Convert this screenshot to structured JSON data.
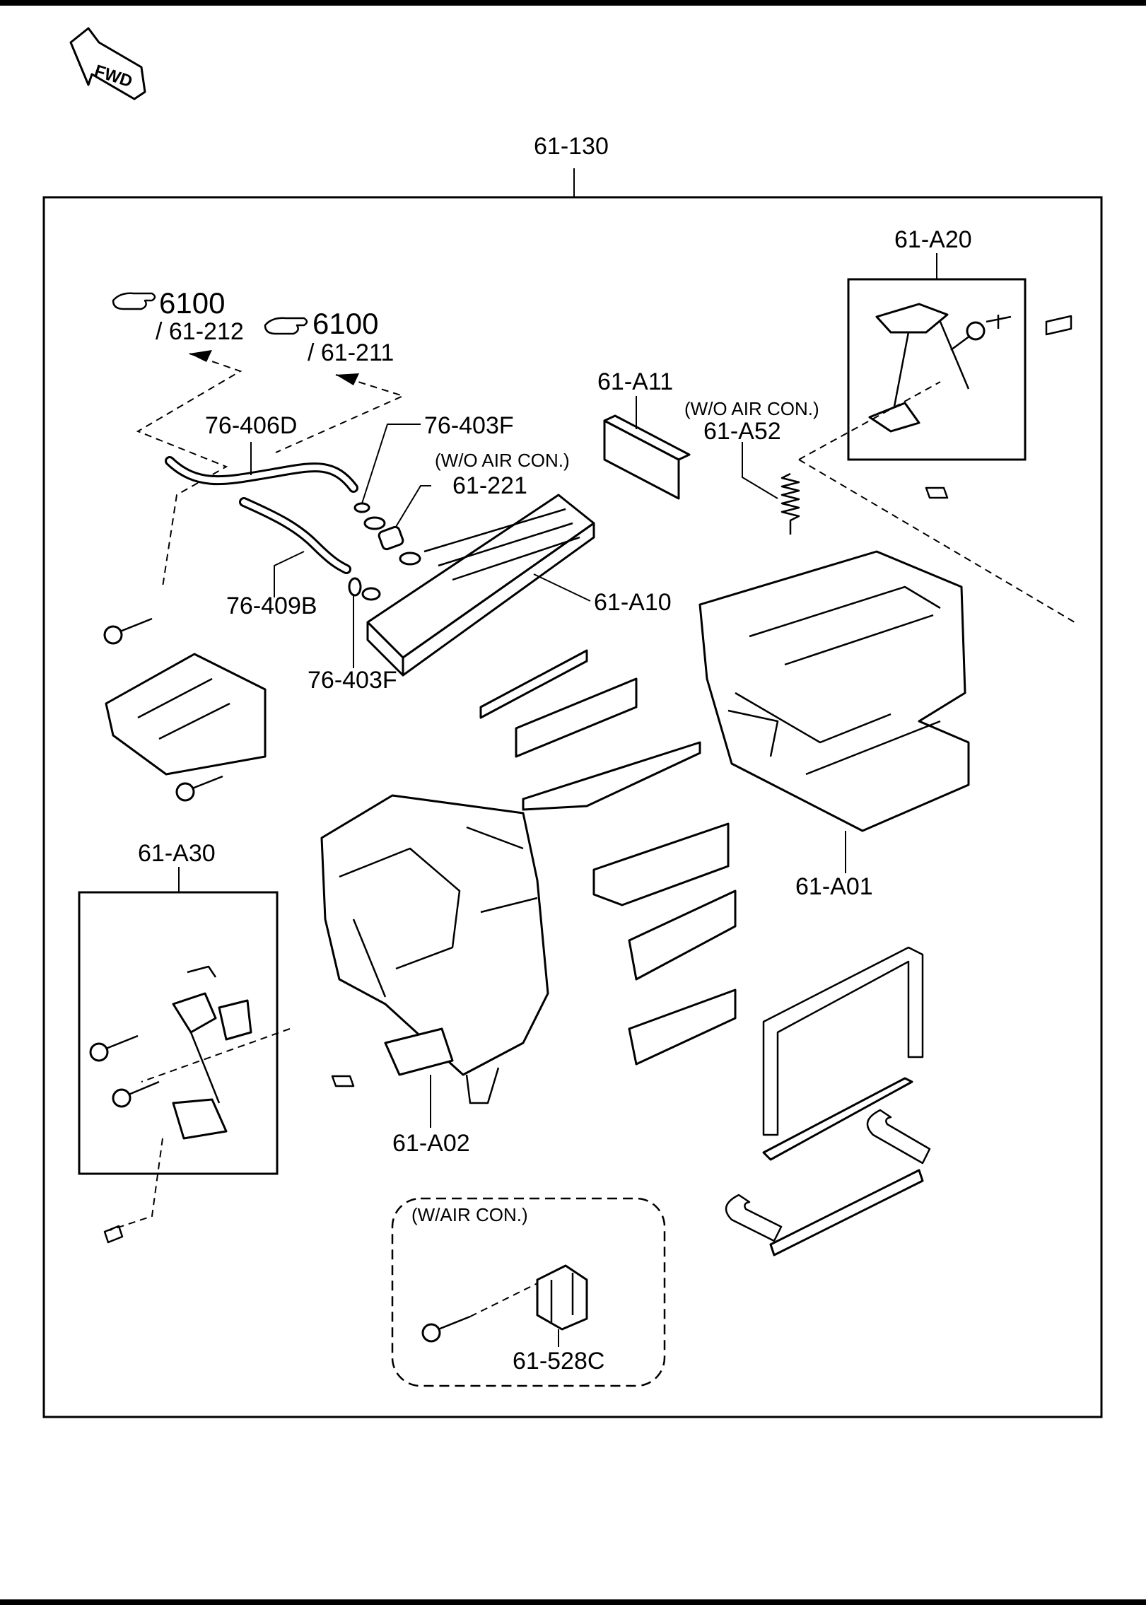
{
  "fwd_label": "FWD",
  "labels": {
    "assembly": "61-130",
    "ref_page_1": "6100",
    "ref_sub_1": "/ 61-212",
    "ref_page_2": "6100",
    "ref_sub_2": "/ 61-211",
    "hose_406d": "76-406D",
    "oring_403f_top": "76-403F",
    "wo_aircon_1": "(W/O AIR CON.)",
    "valve_221": "61-221",
    "hose_409b": "76-409B",
    "core_a10": "61-A10",
    "oring_403f_bottom": "76-403F",
    "filter_a11": "61-A11",
    "wo_aircon_2": "(W/O AIR CON.)",
    "spring_a52": "61-A52",
    "link_a20": "61-A20",
    "case_a01": "61-A01",
    "link_a30": "61-A30",
    "case_a02": "61-A02",
    "w_aircon": "(W/AIR CON.)",
    "bracket_528c": "61-528C"
  },
  "icons": [
    "fwd-arrow-icon",
    "reference-hand-icon"
  ]
}
